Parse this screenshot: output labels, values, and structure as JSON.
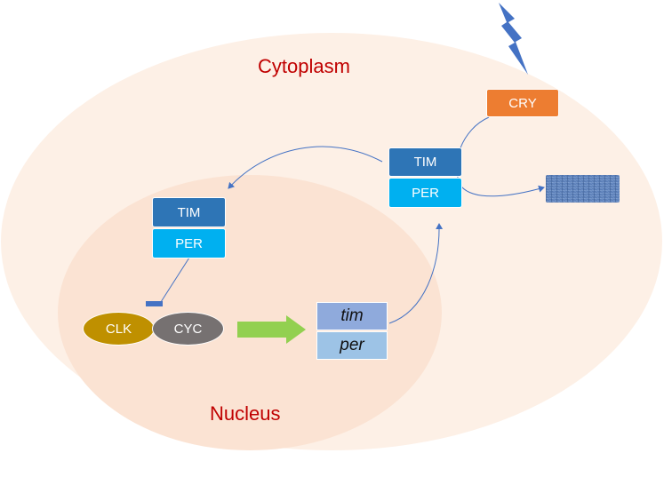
{
  "compartments": {
    "cytoplasm_label": "Cytoplasm",
    "nucleus_label": "Nucleus"
  },
  "proteins": {
    "cry": "CRY",
    "tim_cytoplasm": "TIM",
    "per_cytoplasm": "PER",
    "tim_nucleus": "TIM",
    "per_nucleus": "PER",
    "clk": "CLK",
    "cyc": "CYC"
  },
  "genes": {
    "tim": "tim",
    "per": "per"
  },
  "colors": {
    "cytoplasm": "#fdf0e6",
    "nucleus": "#fbe3d3",
    "label_red": "#c00000",
    "cry_orange": "#ed7d31",
    "tim_blue": "#2e75b6",
    "per_blue": "#00b0f0",
    "clk_gold": "#bf9000",
    "cyc_gray": "#767171",
    "tim_gene": "#8faadc",
    "per_gene": "#9dc3e6",
    "arrow_blue": "#4472c4",
    "transcription_arrow": "#92d050",
    "lightning": "#4472c4",
    "degraded": "#5b7fb8"
  },
  "icons": {
    "light": "lightning-bolt-icon",
    "degradation": "degraded-protein-icon",
    "inhibition": "inhibition-bar-icon",
    "transcription": "block-arrow-icon"
  }
}
